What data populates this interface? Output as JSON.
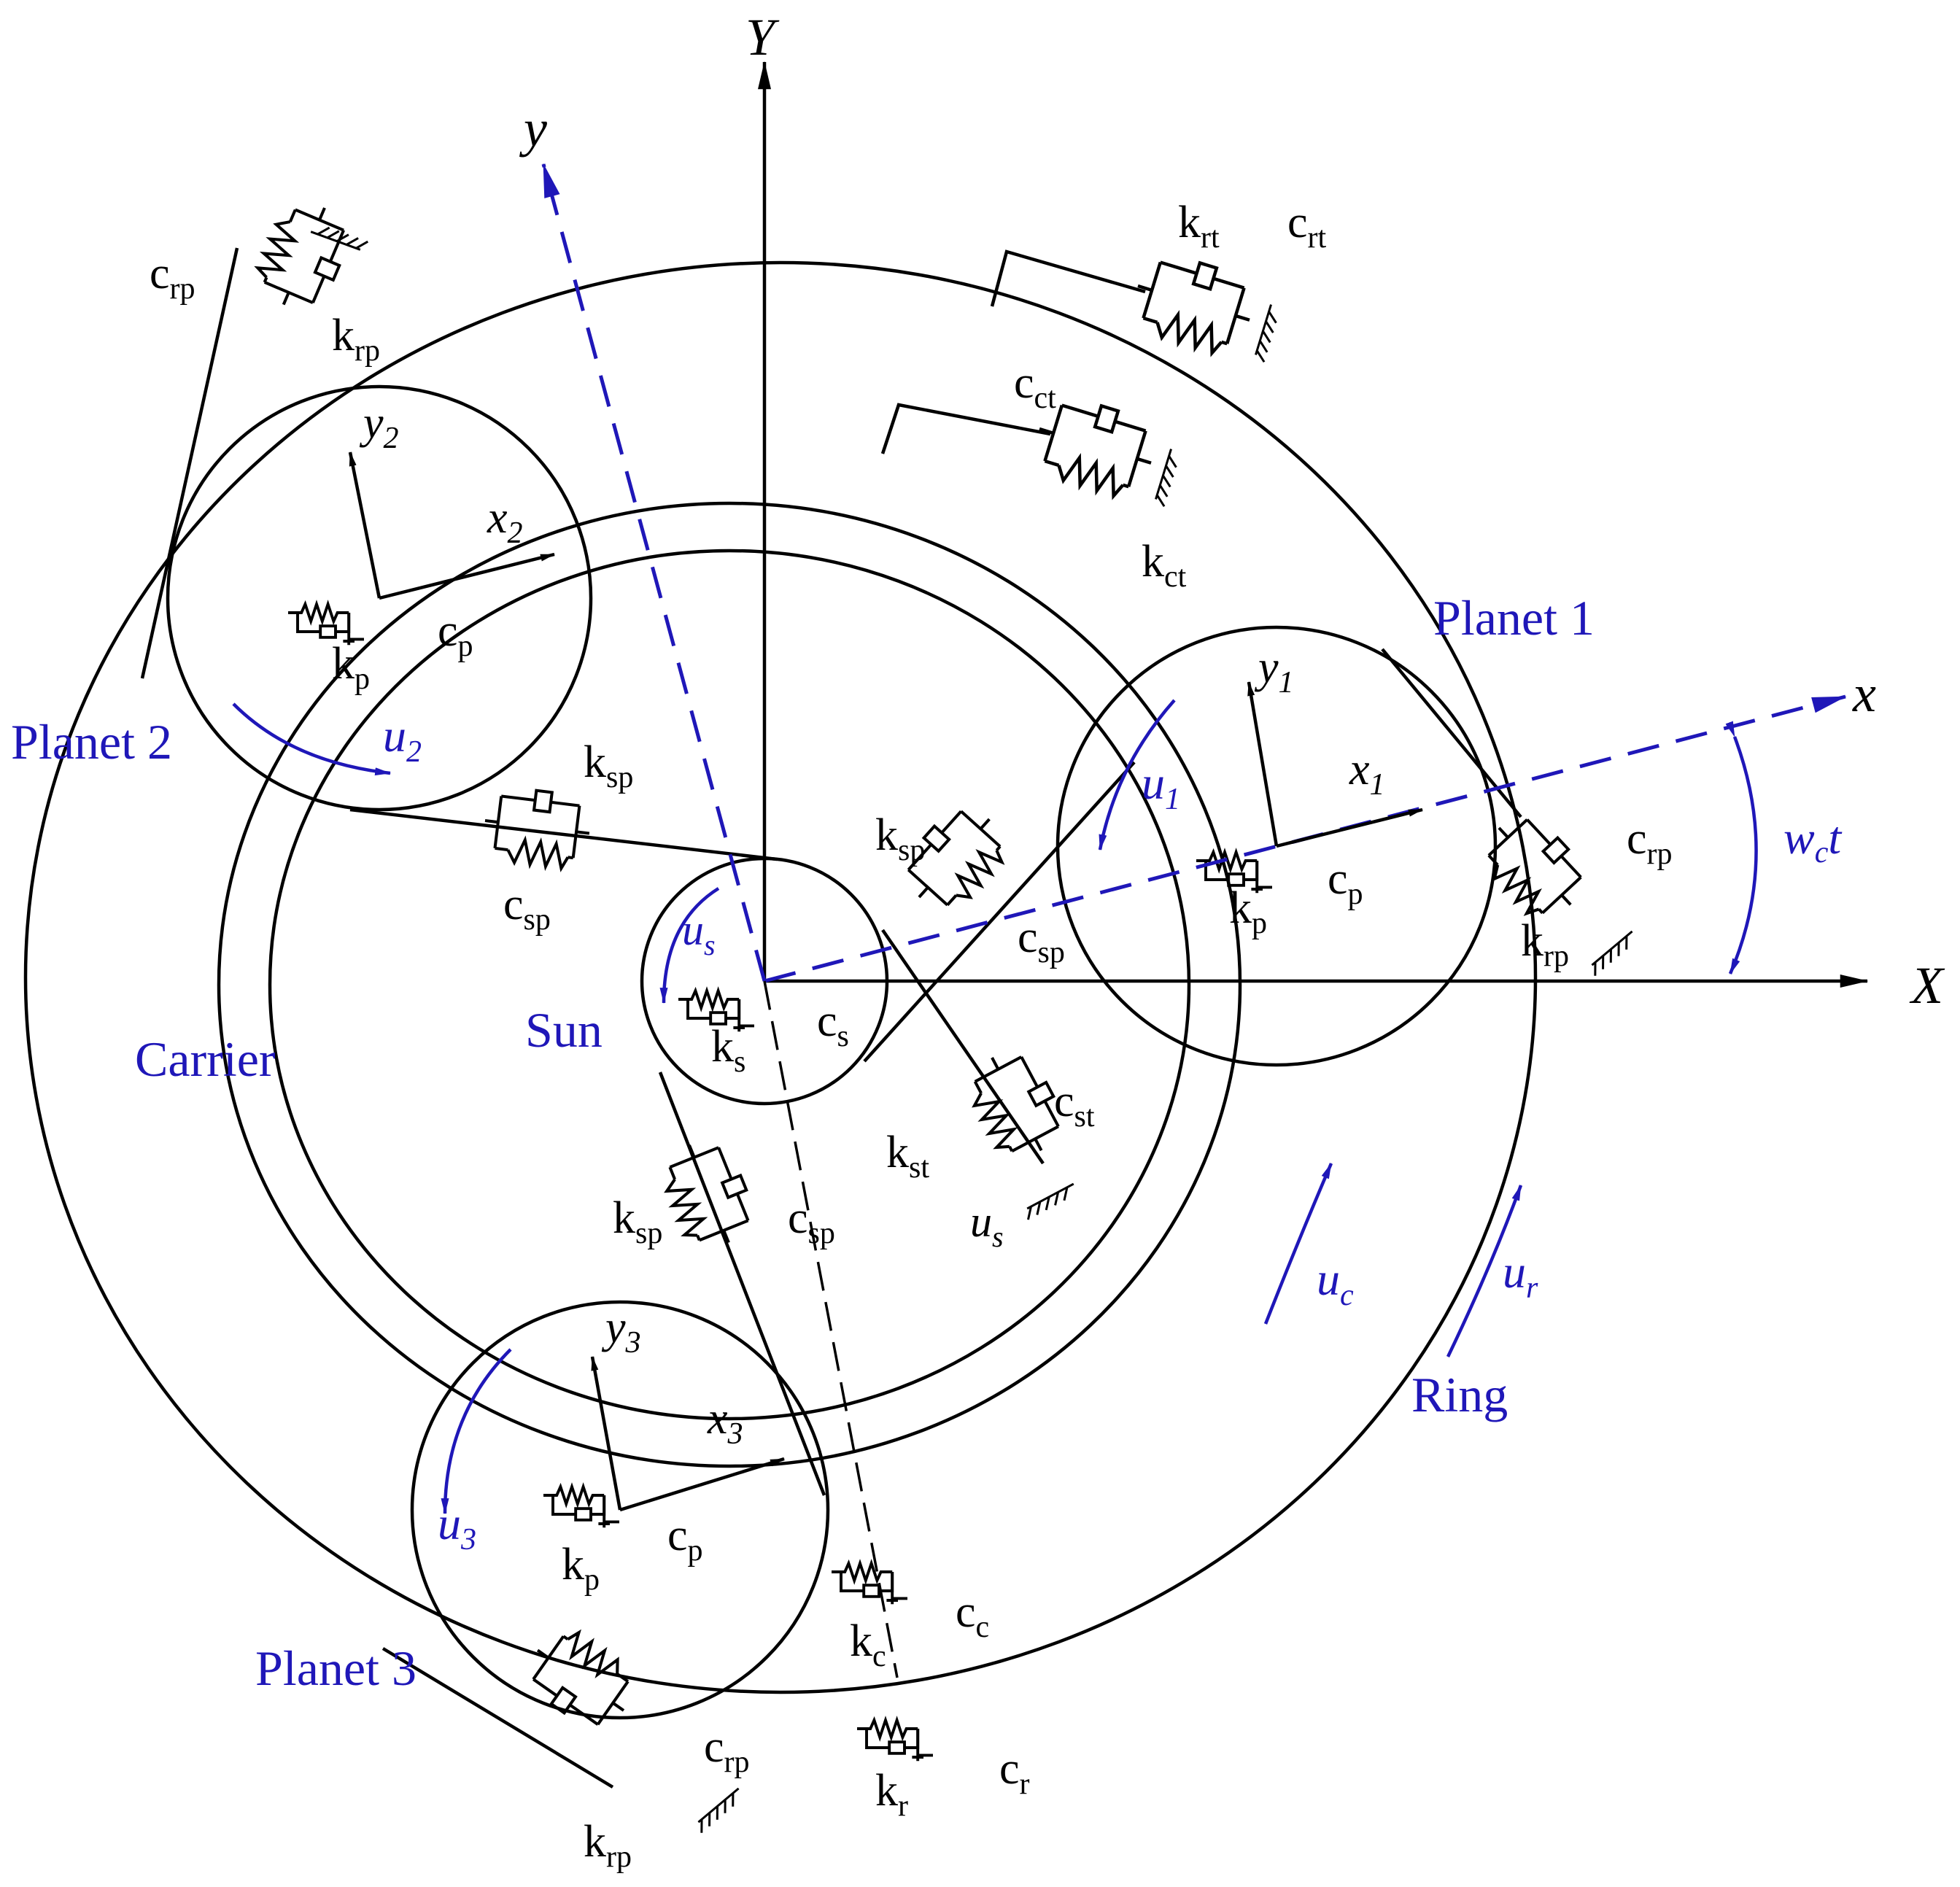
{
  "colors": {
    "annotation_blue": "#1f17b8",
    "line_black": "#000000"
  },
  "axes": {
    "global_x": "X",
    "global_y": "Y",
    "rotating_x": "x",
    "rotating_y": "y",
    "carrier_angle": {
      "main": "w",
      "sub": "c",
      "tail": "t"
    }
  },
  "components": {
    "planet1": "Planet 1",
    "planet2": "Planet 2",
    "planet3": "Planet 3",
    "sun": "Sun",
    "carrier": "Carrier",
    "ring": "Ring"
  },
  "planet_axes": {
    "p1": {
      "x": "x",
      "xs": "1",
      "y": "y",
      "ys": "1"
    },
    "p2": {
      "x": "x",
      "xs": "2",
      "y": "y",
      "ys": "2"
    },
    "p3": {
      "x": "x",
      "xs": "3",
      "y": "y",
      "ys": "3"
    }
  },
  "displacements": {
    "u1": {
      "m": "u",
      "s": "1"
    },
    "u2": {
      "m": "u",
      "s": "2"
    },
    "u3": {
      "m": "u",
      "s": "3"
    },
    "us": {
      "m": "u",
      "s": "s"
    },
    "uc": {
      "m": "u",
      "s": "c"
    },
    "ur": {
      "m": "u",
      "s": "r"
    },
    "us_support": {
      "m": "u",
      "s": "s"
    }
  },
  "stiffness_damping": {
    "k": "k",
    "c": "c",
    "rt": "rt",
    "ct": "ct",
    "st": "st",
    "rp": "rp",
    "sp": "sp",
    "p": "p",
    "s": "s",
    "r": "r",
    "cc": "c"
  }
}
